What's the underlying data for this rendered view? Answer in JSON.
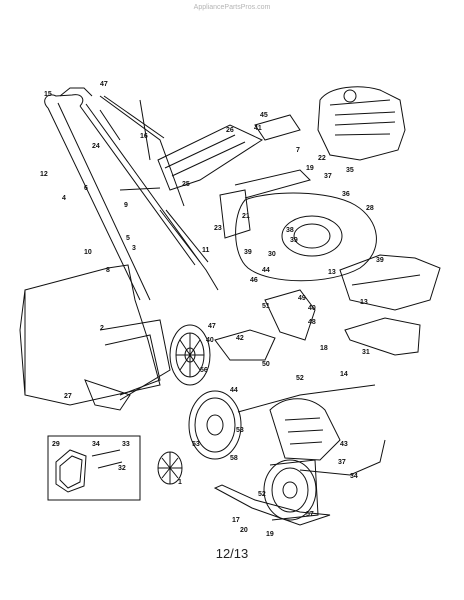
{
  "watermark": "AppliancePartsPros.com",
  "page_number": "12/13",
  "callouts": [
    "1",
    "2",
    "3",
    "4",
    "5",
    "6",
    "7",
    "8",
    "9",
    "10",
    "11",
    "12",
    "13",
    "14",
    "15",
    "16",
    "17",
    "18",
    "19",
    "20",
    "21",
    "22",
    "23",
    "24",
    "25",
    "26",
    "27",
    "28",
    "29",
    "30",
    "31",
    "32",
    "33",
    "34",
    "35",
    "36",
    "37",
    "38",
    "39",
    "40",
    "41",
    "42",
    "43",
    "44",
    "45",
    "46",
    "47",
    "48",
    "49",
    "50",
    "51",
    "52",
    "53",
    "55",
    "56",
    "57",
    "58"
  ]
}
